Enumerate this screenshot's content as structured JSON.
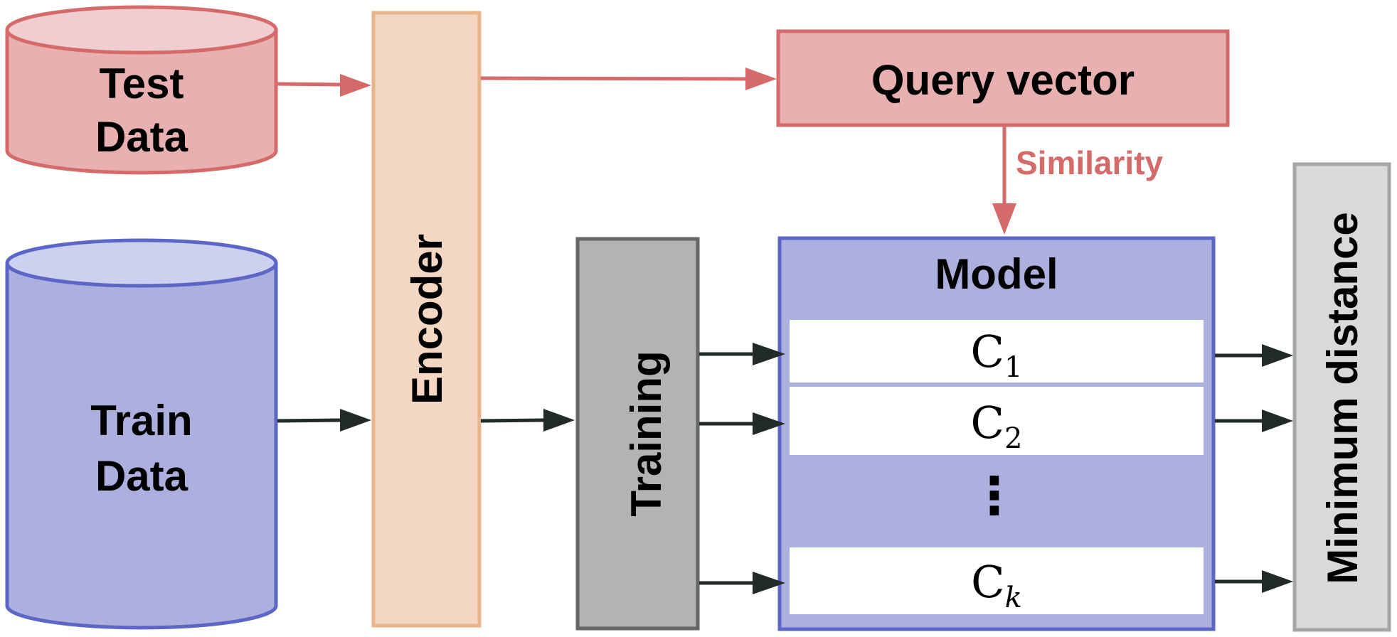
{
  "nodes": {
    "test_data": {
      "line1": "Test",
      "line2": "Data"
    },
    "train_data": {
      "line1": "Train",
      "line2": "Data"
    },
    "encoder": {
      "label": "Encoder"
    },
    "query_vector": {
      "label": "Query vector"
    },
    "similarity": {
      "label": "Similarity"
    },
    "training": {
      "label": "Training"
    },
    "model": {
      "title": "Model",
      "rows": [
        {
          "letter": "C",
          "sub": "1"
        },
        {
          "letter": "C",
          "sub": "2"
        },
        {
          "letter": "C",
          "sub": "k"
        }
      ],
      "ellipsis": "⋮"
    },
    "minimum_distance": {
      "label": "Minimum distance"
    }
  },
  "colors": {
    "red_stroke": "#d46a6a",
    "red_fill": "#e8b0b0",
    "red_top": "#f0cdd0",
    "blue_stroke": "#5b66c6",
    "blue_fill": "#adb0de",
    "blue_top": "#cdd0ee",
    "encoder_fill": "#f4d7c2",
    "encoder_stroke": "#e8b48a",
    "training_fill": "#b3b3b3",
    "training_stroke": "#666666",
    "mindist_fill": "#d9d9d9",
    "mindist_stroke": "#a6a6a6",
    "arrow_dark": "#222a2a"
  }
}
